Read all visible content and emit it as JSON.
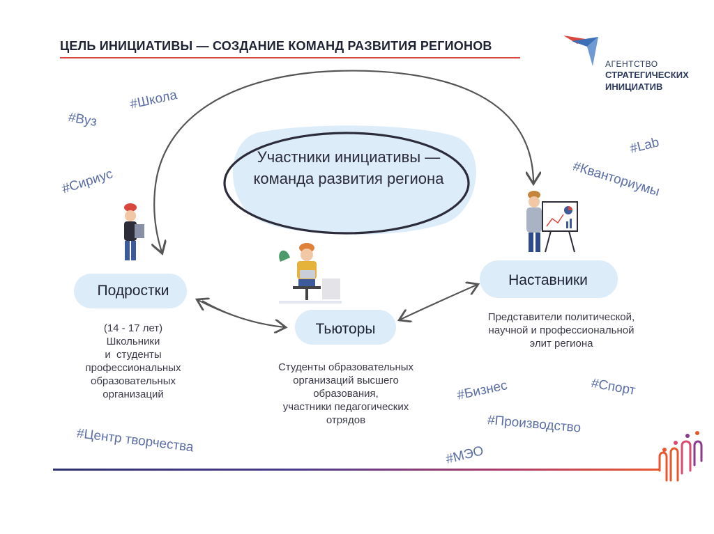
{
  "header": {
    "title": "ЦЕЛЬ ИНИЦИАТИВЫ — СОЗДАНИЕ КОМАНД РАЗВИТИЯ РЕГИОНОВ"
  },
  "logo": {
    "line1": "АГЕНТСТВО",
    "line2": "СТРАТЕГИЧЕСКИХ",
    "line3": "ИНИЦИАТИВ"
  },
  "center": {
    "text": "Участники инициативы — команда развития региона"
  },
  "nodes": {
    "teens": {
      "label": "Подростки",
      "desc": [
        "(14 - 17 лет)",
        "Школьники",
        "и  студенты",
        "профессиональных",
        "образовательных",
        "организаций"
      ]
    },
    "tutors": {
      "label": "Тьюторы",
      "desc": [
        "Студенты образовательных",
        "организаций высшего",
        "образования,",
        "участники педагогических",
        "отрядов"
      ]
    },
    "mentors": {
      "label": "Наставники",
      "desc": [
        "Представители политической,",
        "научной и профессиональной",
        "элит региона"
      ]
    }
  },
  "tags": {
    "vuz": "#Вуз",
    "shkola": "#Школа",
    "sirius": "#Сириус",
    "lab": "#Lab",
    "kvantorium": "#Кванториумы",
    "biznes": "#Бизнес",
    "sport": "#Спорт",
    "proizvodstvo": "#Производство",
    "meo": "#МЭО",
    "centr": "#Центр творчества"
  },
  "colors": {
    "accent_red": "#d9463e",
    "blob_blue": "#dcecf9",
    "tag_blue": "#5b6ea5",
    "arrow_gray": "#555555"
  }
}
